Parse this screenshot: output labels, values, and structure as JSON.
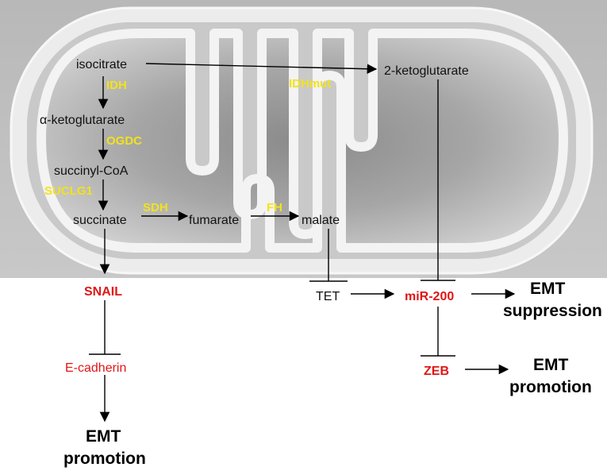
{
  "metabolites": {
    "isocitrate": "isocitrate",
    "alpha_kg": "α-ketoglutarate",
    "succinyl_coa": "succinyl-CoA",
    "succinate": "succinate",
    "fumarate": "fumarate",
    "malate": "malate",
    "two_kg": "2-ketoglutarate"
  },
  "enzymes": {
    "idh": "IDH",
    "idhmut": "IDHmut",
    "ogdc": "OGDC",
    "suclg1": "SUCLG1",
    "sdh": "SDH",
    "fh": "FH"
  },
  "regulators": {
    "snail": "SNAIL",
    "ecadherin": "E-cadherin",
    "tet": "TET",
    "mir200": "miR-200",
    "zeb": "ZEB"
  },
  "outcomes": {
    "left_emt": "EMT",
    "left_promotion": "promotion",
    "mir_emt": "EMT",
    "mir_suppression": "suppression",
    "zeb_emt": "EMT",
    "zeb_promotion": "promotion"
  },
  "colors": {
    "enzyme": "#f2e21c",
    "regulator": "#e01616",
    "background_panel": "#bdbdbd"
  }
}
